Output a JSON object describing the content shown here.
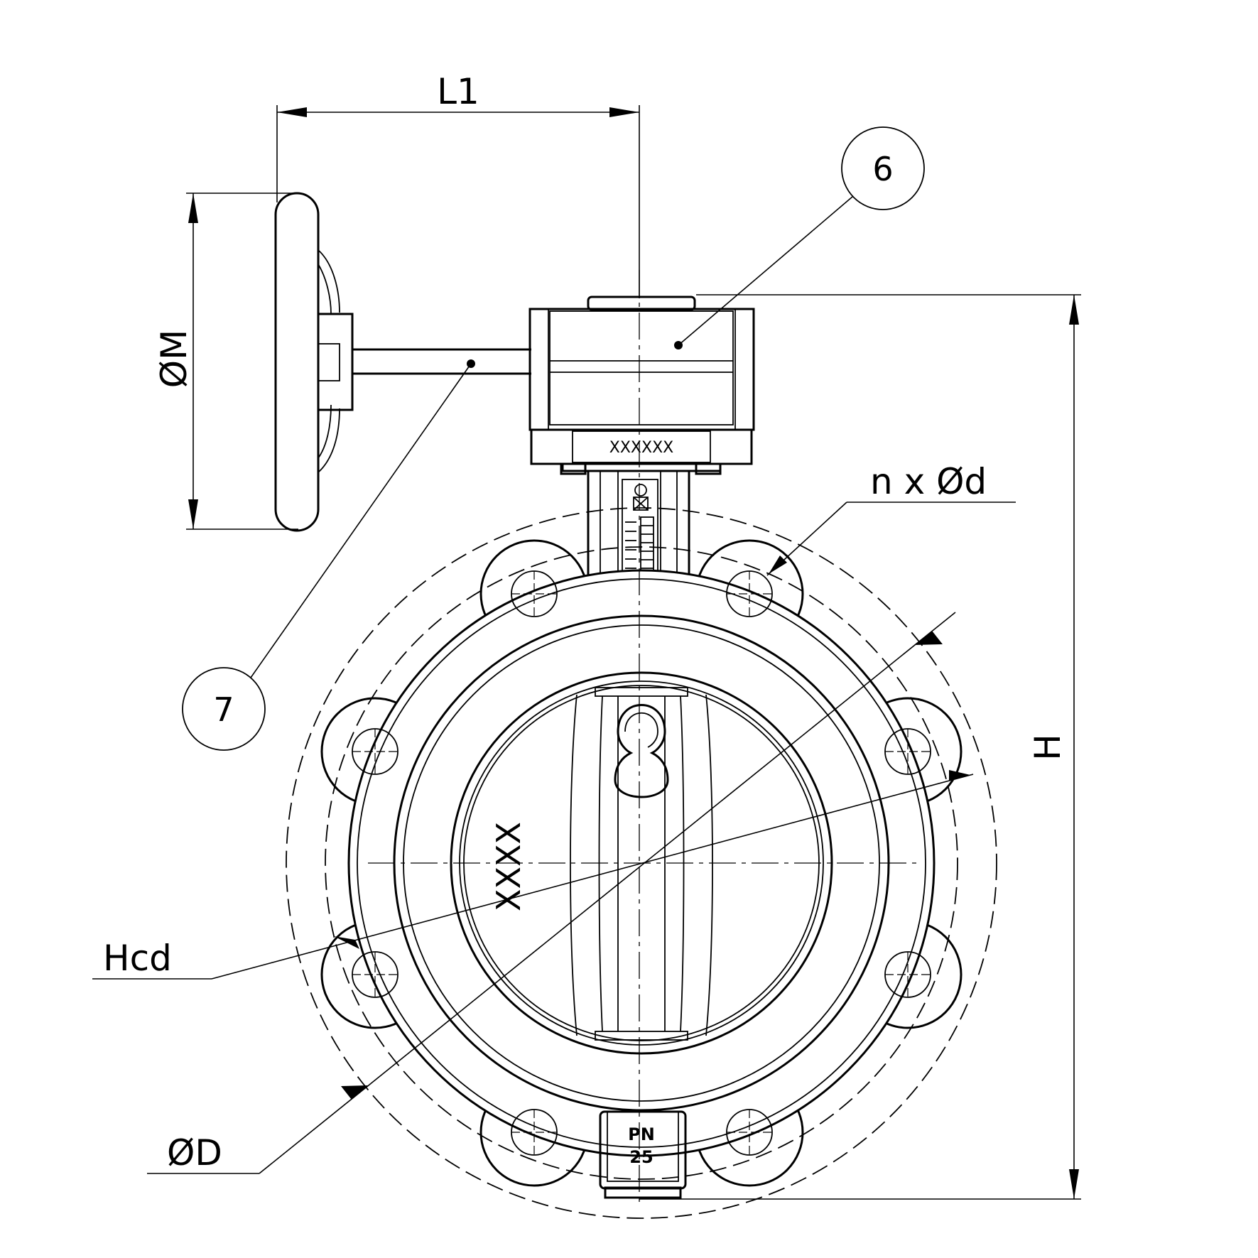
{
  "dimensions": {
    "l1": "L1",
    "m": "ØM",
    "h": "H",
    "n_d": "n x Ød",
    "hcd": "Hcd",
    "d": "ØD"
  },
  "callouts": [
    {
      "number": "6"
    },
    {
      "number": "7"
    }
  ],
  "markings": {
    "gearbox_code": "XXXXXX",
    "disc_code": "XXXX",
    "pressure_pn": "PN",
    "pressure_value": "25"
  }
}
